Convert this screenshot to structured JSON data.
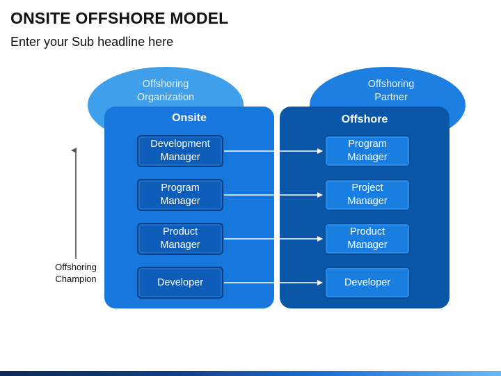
{
  "title": "ONSITE OFFSHORE MODEL",
  "subtitle": "Enter your Sub headline here",
  "left_group": {
    "ellipse_label": "Offshoring\nOrganization",
    "panel_title": "Onsite",
    "roles": [
      "Development\nManager",
      "Program\nManager",
      "Product\nManager",
      "Developer"
    ]
  },
  "right_group": {
    "ellipse_label": "Offshoring\nPartner",
    "panel_title": "Offshore",
    "roles": [
      "Program\nManager",
      "Project\nManager",
      "Product\nManager",
      "Developer"
    ]
  },
  "champion_label": "Offshoring\nChampion",
  "colors": {
    "onsite_panel": "#1877dd",
    "offshore_panel": "#0b56a7",
    "left_ellipse": "#3f9fea",
    "right_ellipse": "#1e7fe0",
    "arrow": "#ffffff",
    "champion_arrow": "#555555"
  }
}
